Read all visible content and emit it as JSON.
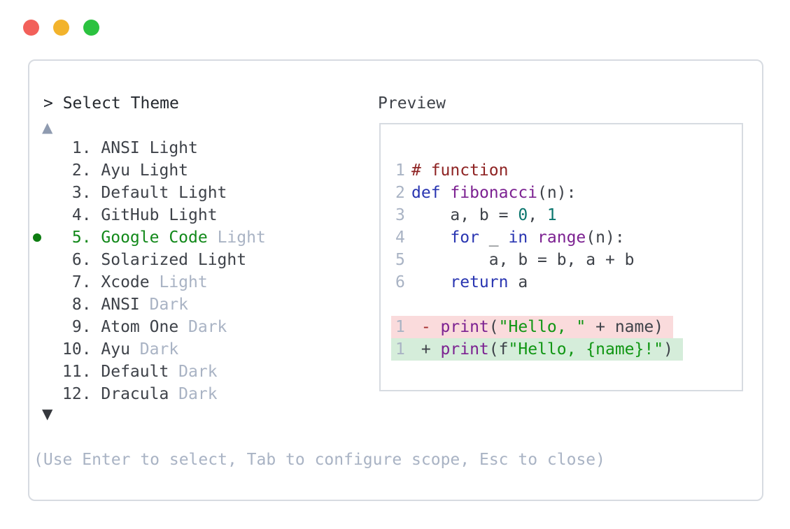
{
  "colors": {
    "traffic-red": "#f2605a",
    "traffic-yellow": "#f2b32c",
    "traffic-green": "#2bc23f",
    "border": "#d7dbe1",
    "text-dark": "#3e4249",
    "text-darker": "#24282e",
    "dim": "#a9b3c4",
    "green": "#12891a",
    "dot-green": "#0e7d12",
    "scroll-inactive": "#8f9bb0",
    "scroll-active": "#35383d",
    "gutter": "#a9b3c4",
    "pln": "#3e4249",
    "com": "#8e2323",
    "kw": "#2935b1",
    "fn": "#7c2191",
    "lit": "#0b766e",
    "str": "#109613",
    "dsign": "#a52c2c",
    "del-bg": "#fadbdc",
    "ins-bg": "#d5edda"
  },
  "window": {
    "close_label": "close",
    "minimize_label": "minimize",
    "maximize_label": "maximize"
  },
  "picker": {
    "prompt": "> Select Theme",
    "scroll_up_symbol": "▲",
    "scroll_down_symbol": "▼",
    "hint": "(Use Enter to select, Tab to configure scope, Esc to close)",
    "items": [
      {
        "number": " 1.",
        "name": "ANSI Light",
        "variant": "",
        "selected": false
      },
      {
        "number": " 2.",
        "name": "Ayu Light",
        "variant": "",
        "selected": false
      },
      {
        "number": " 3.",
        "name": "Default Light",
        "variant": "",
        "selected": false
      },
      {
        "number": " 4.",
        "name": "GitHub Light",
        "variant": "",
        "selected": false
      },
      {
        "number": " 5.",
        "name": "Google Code",
        "variant": "Light",
        "selected": true
      },
      {
        "number": " 6.",
        "name": "Solarized Light",
        "variant": "",
        "selected": false
      },
      {
        "number": " 7.",
        "name": "Xcode",
        "variant": "Light",
        "selected": false
      },
      {
        "number": " 8.",
        "name": "ANSI",
        "variant": "Dark",
        "selected": false
      },
      {
        "number": " 9.",
        "name": "Atom One",
        "variant": "Dark",
        "selected": false
      },
      {
        "number": "10.",
        "name": "Ayu",
        "variant": "Dark",
        "selected": false
      },
      {
        "number": "11.",
        "name": "Default",
        "variant": "Dark",
        "selected": false
      },
      {
        "number": "12.",
        "name": "Dracula",
        "variant": "Dark",
        "selected": false
      }
    ]
  },
  "preview": {
    "title": "Preview",
    "lines": [
      {
        "gutter": "1",
        "type": "code",
        "tokens": [
          [
            "# function",
            "com"
          ]
        ]
      },
      {
        "gutter": "2",
        "type": "code",
        "tokens": [
          [
            "def",
            "kw"
          ],
          [
            " ",
            "pln"
          ],
          [
            "fibonacci",
            "fn"
          ],
          [
            "(n):",
            "pln"
          ]
        ]
      },
      {
        "gutter": "3",
        "type": "code",
        "tokens": [
          [
            "    a, b = ",
            "pln"
          ],
          [
            "0",
            "lit"
          ],
          [
            ", ",
            "pln"
          ],
          [
            "1",
            "lit"
          ]
        ]
      },
      {
        "gutter": "4",
        "type": "code",
        "tokens": [
          [
            "    ",
            "pln"
          ],
          [
            "for",
            "kw"
          ],
          [
            " _ ",
            "pln"
          ],
          [
            "in",
            "kw"
          ],
          [
            " ",
            "pln"
          ],
          [
            "range",
            "fn"
          ],
          [
            "(n):",
            "pln"
          ]
        ]
      },
      {
        "gutter": "5",
        "type": "code",
        "tokens": [
          [
            "        a, b = b, a + b",
            "pln"
          ]
        ]
      },
      {
        "gutter": "6",
        "type": "code",
        "tokens": [
          [
            "    ",
            "pln"
          ],
          [
            "return",
            "kw"
          ],
          [
            " a",
            "pln"
          ]
        ]
      },
      {
        "gutter": "",
        "type": "blank",
        "tokens": []
      },
      {
        "gutter": "1",
        "type": "del",
        "tokens": [
          [
            " - ",
            "dsign"
          ],
          [
            "print",
            "fn"
          ],
          [
            "(",
            "pln"
          ],
          [
            "\"Hello, \"",
            "str"
          ],
          [
            " + name)",
            "pln"
          ]
        ]
      },
      {
        "gutter": "1",
        "type": "ins",
        "tokens": [
          [
            " + ",
            "pln"
          ],
          [
            "print",
            "fn"
          ],
          [
            "(f",
            "pln"
          ],
          [
            "\"Hello, {name}!\"",
            "str"
          ],
          [
            ")",
            "pln"
          ]
        ]
      }
    ]
  }
}
